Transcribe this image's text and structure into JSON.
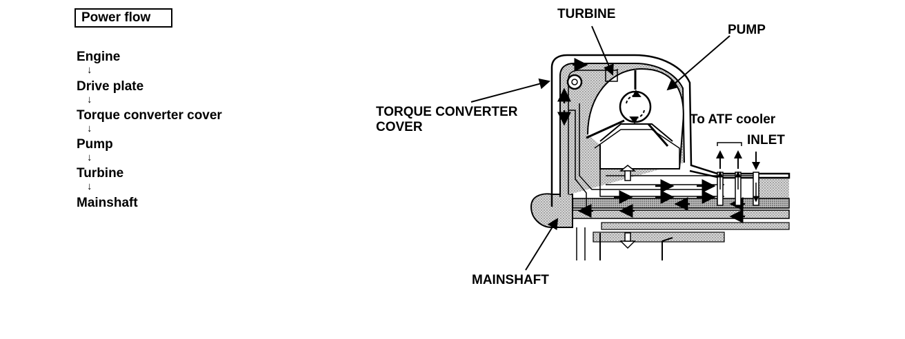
{
  "power_flow": {
    "title": "Power flow",
    "steps": [
      "Engine",
      "Drive plate",
      "Torque converter cover",
      "Pump",
      "Turbine",
      "Mainshaft"
    ],
    "arrow_glyph": "↓"
  },
  "diagram": {
    "labels": {
      "turbine": "TURBINE",
      "pump": "PUMP",
      "tc_cover_line1": "TORQUE CONVERTER",
      "tc_cover_line2": "COVER",
      "atf_cooler": "To ATF cooler",
      "inlet": "INLET",
      "mainshaft": "MAINSHAFT"
    }
  }
}
